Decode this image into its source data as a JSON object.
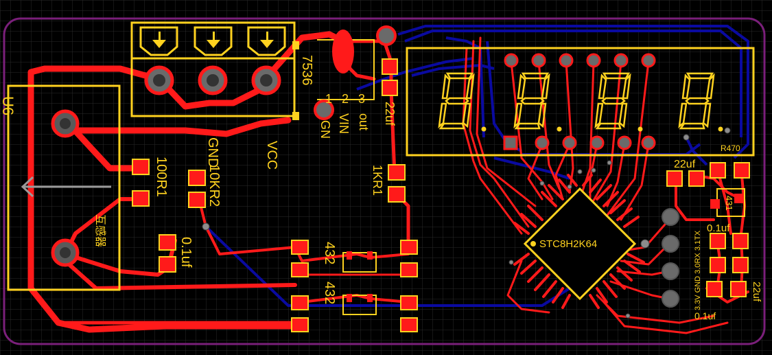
{
  "colors": {
    "background": "#000000",
    "grid": "#2a2a2a",
    "board_outline": "#7a1f7a",
    "top_copper": "#ff1a1a",
    "bottom_copper": "#0a0aa0",
    "silkscreen": "#ffd21f",
    "via": "#8c8c8c",
    "hole": "#3a3a3a"
  },
  "labels": {
    "u6": "U6",
    "transformer": "互感器",
    "r1": "100R1",
    "r2": "10KR2",
    "gnd": "GND",
    "vcc": "VCC",
    "reg_part": "7536",
    "pin1": "1",
    "pin2": "2",
    "pin3": "3",
    "gn": "GN",
    "vin": "VIN",
    "out": "out",
    "cap22_left": "22uf",
    "r_1k": "1KR1",
    "cap01_left": "0.1uf",
    "opamp_top": "432",
    "opamp_bottom": "432",
    "mcu": "STC8H2K64",
    "r470": "R470",
    "cap22_right_top": "22uf",
    "cap01_right": "0.1uf",
    "header_pins": "3.3V  GND 3.0RX 3.1TX",
    "cap01_bottom": "0.1uf",
    "cap22_bottom": "22uf",
    "reg_right": "431"
  },
  "display": {
    "digit_count": 4
  }
}
